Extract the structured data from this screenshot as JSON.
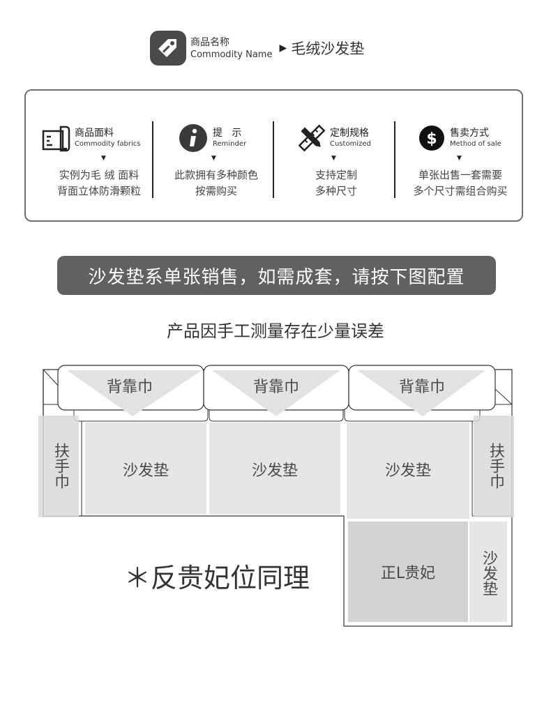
{
  "header": {
    "label_cn": "商品名称",
    "label_en": "Commodity Name",
    "arrow": "▶",
    "value": "毛绒沙发垫"
  },
  "info": [
    {
      "icon": "fabric-swatch-icon",
      "title": "商品面料",
      "subtitle": "Commodity fabrics",
      "lines": [
        "实例为毛 绒  面料",
        "背面立体防滑颗粒"
      ]
    },
    {
      "icon": "info-icon",
      "title": "提   示",
      "subtitle": "Reminder",
      "lines": [
        "此款拥有多种颜色",
        "按需购买"
      ]
    },
    {
      "icon": "ruler-pencil-icon",
      "title": "定制规格",
      "subtitle": "Customized",
      "lines": [
        "支持定制",
        "多种尺寸"
      ]
    },
    {
      "icon": "dollar-coin-icon",
      "title": "售卖方式",
      "subtitle": "Method of sale",
      "lines": [
        "单张出售一套需要",
        "多个尺寸需组合购买"
      ]
    }
  ],
  "arrow_glyph": "▼",
  "banner": "沙发垫系单张销售，如需成套，请按下图配置",
  "subtitle": "产品因手工测量存在少量误差",
  "diagram": {
    "back_towel": "背靠巾",
    "armrest_towel": "扶手巾",
    "sofa_cushion": "沙发垫",
    "chaise": "正L贵妃",
    "chaise_side": "沙发垫"
  },
  "note": "＊反贵妃位同理"
}
